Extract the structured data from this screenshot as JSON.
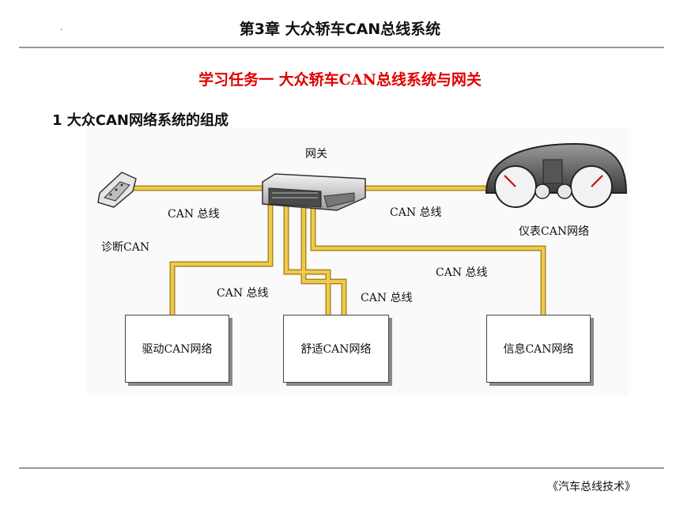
{
  "header": {
    "chapter_title": "第3章 大众轿车CAN总线系统",
    "dot": "."
  },
  "task_title": "学习任务一 大众轿车CAN总线系统与网关",
  "section_heading": "1 大众CAN网络系统的组成",
  "diagram": {
    "gateway_label": "网关",
    "diagnostic_label": "诊断CAN",
    "instrument_label": "仪表CAN网络",
    "bus_labels": [
      "CAN 总线",
      "CAN 总线",
      "CAN 总线",
      "CAN 总线",
      "CAN 总线"
    ],
    "networks": [
      {
        "label": "驱动CAN网络"
      },
      {
        "label": "舒适CAN网络"
      },
      {
        "label": "信息CAN网络"
      }
    ],
    "colors": {
      "bus_line": "#f2c94c",
      "bus_edge": "#a88a20"
    }
  },
  "footer": {
    "book_title": "《汽车总线技术》"
  }
}
